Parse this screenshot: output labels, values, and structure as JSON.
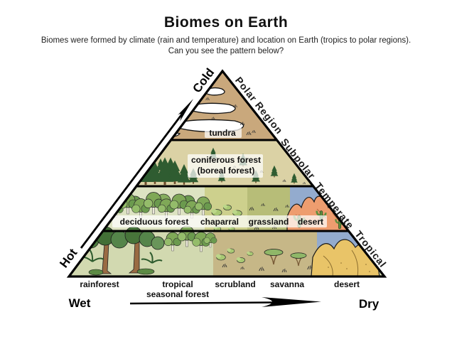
{
  "header": {
    "title": "Biomes on Earth",
    "subtitle_line1": "Biomes were formed by climate (rain and temperature) and location on Earth (tropics to polar regions).",
    "subtitle_line2": "Can you see the pattern below?"
  },
  "axis_labels": {
    "cold": "Cold",
    "hot": "Hot",
    "wet": "Wet",
    "dry": "Dry"
  },
  "climate_zones": [
    "Polar Region",
    "Subpolar",
    "Temperate",
    "Tropical"
  ],
  "biome_labels": {
    "tundra": "tundra",
    "coniferous_line1": "coniferous forest",
    "coniferous_line2": "(boreal forest)",
    "deciduous": "deciduous forest",
    "chaparral": "chaparral",
    "grassland": "grassland",
    "temperate_desert": "desert",
    "rainforest": "rainforest",
    "seasonal_line1": "tropical",
    "seasonal_line2": "seasonal forest",
    "scrubland": "scrubland",
    "savanna": "savanna",
    "tropical_desert": "desert"
  },
  "colors": {
    "tundra_band": "#c9a87c",
    "coniferous_band": "#dbd2a5",
    "temperate_forest_bg": "#dde3c2",
    "chaparral_bg": "#cdd08d",
    "grassland_bg": "#b7bd78",
    "temperate_desert": "#ee9d6f",
    "sky": "#93abce",
    "tropical_bg": "#d2d9b0",
    "savanna_bg": "#c6b787",
    "sand": "#e9c468",
    "outline": "#000000"
  }
}
